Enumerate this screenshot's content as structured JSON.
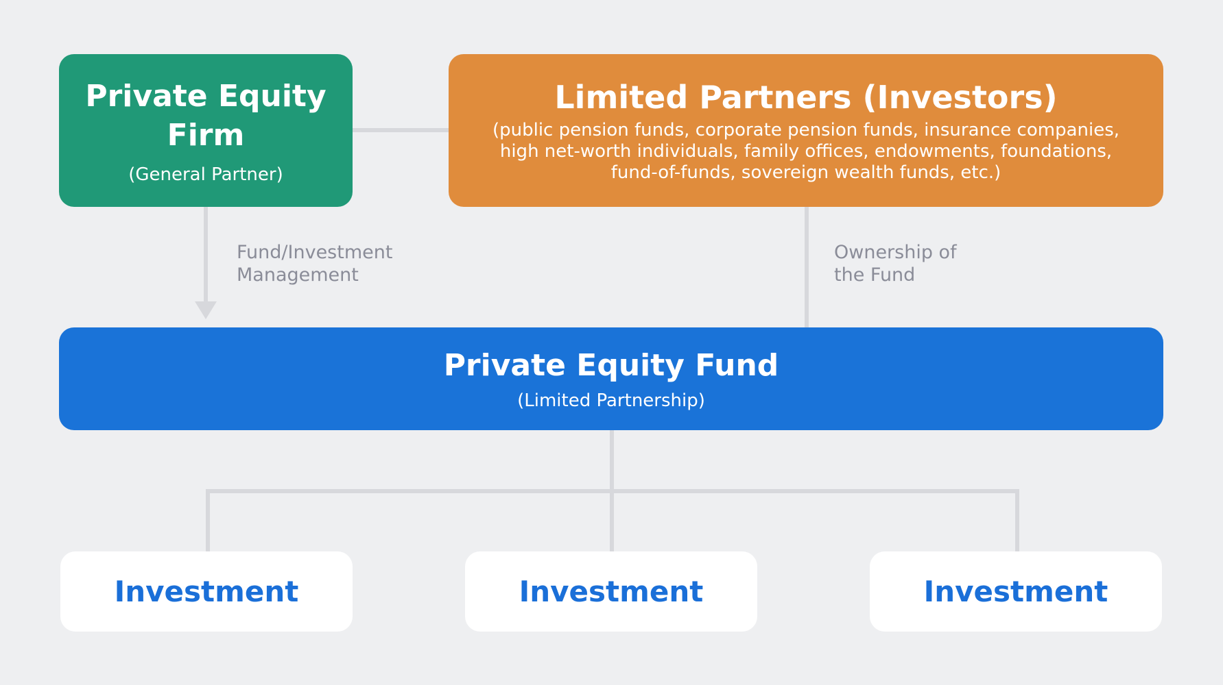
{
  "colors": {
    "background": "#eeeff1",
    "firm": "#209977",
    "limited_partners": "#e08c3c",
    "fund": "#1a73d8",
    "investment_text": "#1a6fd8",
    "connector": "#d7d8dc",
    "label_text": "#8a8c98"
  },
  "nodes": {
    "firm": {
      "title": "Private Equity Firm",
      "subtitle": "(General Partner)"
    },
    "limited_partners": {
      "title": "Limited Partners (Investors)",
      "description": "(public pension funds, corporate pension funds, insurance companies, high net-worth individuals, family offices, endowments, foundations, fund-of-funds, sovereign wealth funds, etc.)"
    },
    "fund": {
      "title": "Private Equity Fund",
      "subtitle": "(Limited Partnership)"
    },
    "investments": [
      {
        "label": "Investment"
      },
      {
        "label": "Investment"
      },
      {
        "label": "Investment"
      }
    ]
  },
  "edges": {
    "management": "Fund/Investment\nManagement",
    "ownership": "Ownership of\nthe Fund"
  }
}
